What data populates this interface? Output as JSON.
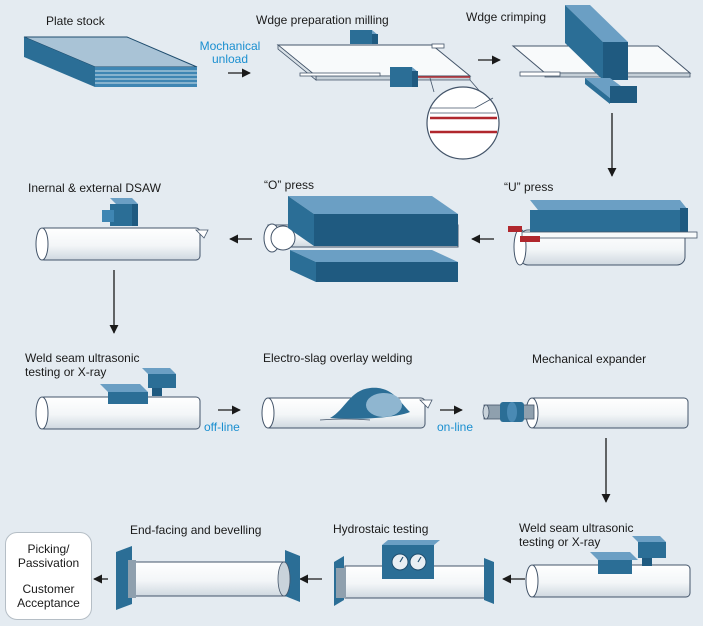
{
  "steps": {
    "plate_stock": "Plate stock",
    "edge_milling": "Wdge preparation milling",
    "edge_crimping": "Wdge crimping",
    "u_press": "“U” press",
    "o_press": "“O” press",
    "dsaw": "Inernal & external DSAW",
    "ut_1_line1": "Weld seam ultrasonic",
    "ut_1_line2": "testing or X-ray",
    "overlay": "Electro-slag overlay welding",
    "expander": "Mechanical expander",
    "ut_2_line1": "Weld seam ultrasonic",
    "ut_2_line2": "testing or X-ray",
    "hydro": "Hydrostaic testing",
    "facing": "End-facing and bevelling"
  },
  "annotations": {
    "unload_line1": "Mochanical",
    "unload_line2": "unload",
    "off_line": "off-line",
    "on_line": "on-line"
  },
  "final": {
    "line1": "Picking/",
    "line2": "Passivation",
    "line3": "Customer",
    "line4": "Acceptance"
  },
  "colors": {
    "background": "#e4ebf1",
    "machine_blue": "#2b6e96",
    "accent_text": "#1a8fd0",
    "weld_red": "#b0272d"
  }
}
